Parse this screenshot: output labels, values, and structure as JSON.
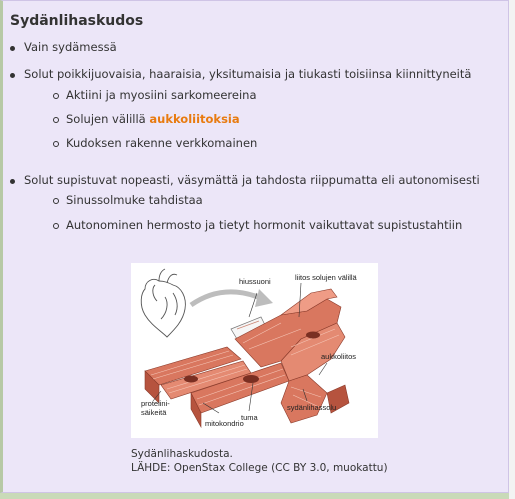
{
  "section": {
    "title": "Sydänlihaskudos"
  },
  "bullets": {
    "b1": "Vain sydämessä",
    "b2": "Solut poikkijuovaisia, haaraisia, yksitumaisia ja tiukasti toisiinsa kiinnittyneitä",
    "b2_sub1": "Aktiini ja myosiini sarkomeereina",
    "b2_sub2_prefix": "Solujen välillä ",
    "b2_sub2_link": "aukkoliitoksia",
    "b2_sub3": "Kudoksen rakenne verkkomainen",
    "b3": "Solut supistuvat nopeasti, väsymättä ja tahdosta riippumatta eli autonomisesti",
    "b3_sub1": "Sinussolmuke tahdistaa",
    "b3_sub2": "Autonominen hermosto ja tietyt hormonit vaikuttavat supistustahtiin"
  },
  "figure": {
    "labels": {
      "hiussuoni": "hiussuoni",
      "liitos": "liitos solujen välillä",
      "aukkoliitos": "aukkoliitos",
      "proteiini_1": "proteiini-",
      "proteiini_2": "säikeitä",
      "mitokondrio": "mitokondrio",
      "tuma": "tuma",
      "sydanlihassolu": "sydänlihassolu"
    },
    "colors": {
      "muscle": "#d9775f",
      "muscle_dark": "#b6533e",
      "muscle_light": "#ef9c86",
      "arrow": "#bdbdbd"
    }
  },
  "caption": {
    "line1": "Sydänlihaskudosta.",
    "line2": "LÄHDE: OpenStax College (CC BY 3.0, muokattu)"
  },
  "colors": {
    "card_bg": "#ece6f8",
    "accent": "#e87b10"
  }
}
